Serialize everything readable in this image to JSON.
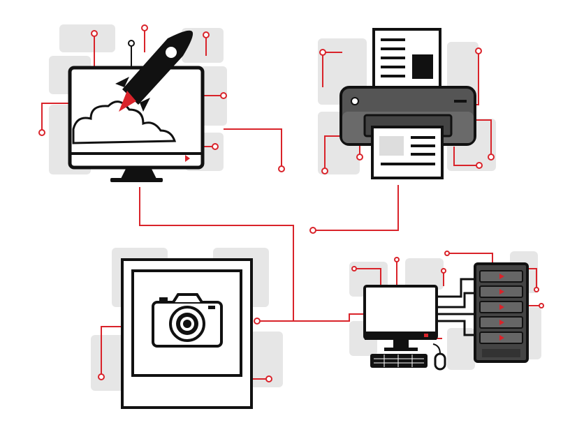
{
  "diagram": {
    "nodes": [
      {
        "id": "monitor-rocket",
        "icon": "monitor-rocket-launch-icon"
      },
      {
        "id": "printer",
        "icon": "printer-icon"
      },
      {
        "id": "photo-frame",
        "icon": "photo-frame-camera-icon"
      },
      {
        "id": "desktop-server",
        "icon": "desktop-computer-server-icon"
      }
    ],
    "colors": {
      "accent": "#d9232a",
      "ink": "#111111",
      "tile": "#e6e6e6",
      "printer_body": "#555555"
    }
  }
}
